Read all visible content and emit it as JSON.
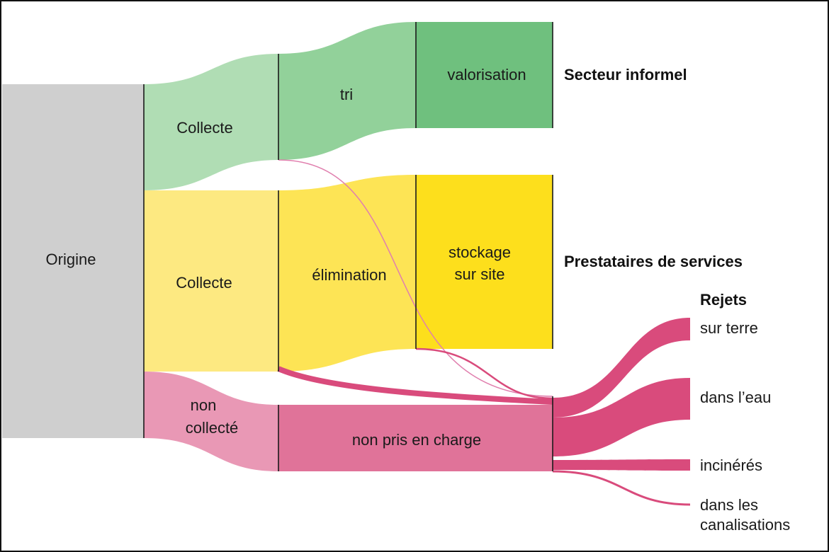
{
  "diagram": {
    "type": "sankey",
    "colors": {
      "origin": "#cfcfcf",
      "green_light": "#b0ddb4",
      "green_mid": "#92d19a",
      "green_dark": "#6fc07e",
      "yellow_light": "#fde981",
      "yellow_mid": "#fde455",
      "yellow_dark": "#fddf1c",
      "pink_light": "#e998b5",
      "pink_mid": "#e07399",
      "pink_dark": "#d94b7c",
      "thin_pink": "#e07fae"
    },
    "nodes": {
      "origine": "Origine",
      "collecte_informel": "Collecte",
      "tri": "tri",
      "valorisation": "valorisation",
      "collecte_prestataires": "Collecte",
      "elimination": "élimination",
      "stockage_1": "stockage",
      "stockage_2": "sur site",
      "non_collecte_1": "non",
      "non_collecte_2": "collecté",
      "non_pris_en_charge": "non pris en charge"
    },
    "groups": {
      "secteur_informel": "Secteur informel",
      "prestataires": "Prestataires de services",
      "rejets": "Rejets"
    },
    "rejets": {
      "sur_terre": "sur terre",
      "dans_eau": "dans l’eau",
      "incineres": "incinérés",
      "canalisations_1": "dans les",
      "canalisations_2": "canalisations"
    }
  }
}
